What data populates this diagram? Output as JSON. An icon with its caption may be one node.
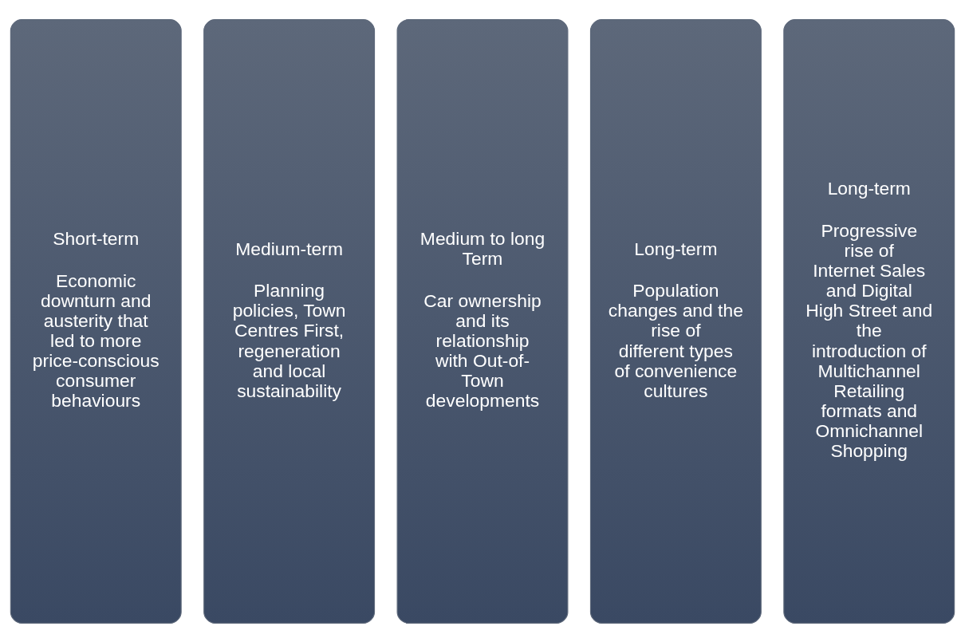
{
  "diagram": {
    "nodes": [
      {
        "text": [
          "Short-term",
          "Economic downturn and austerity that led to more price-conscious consumer behaviours"
        ]
      },
      {
        "text": [
          "Medium-term",
          "Planning policies, Town Centres First, regeneration and local sustainability"
        ]
      },
      {
        "text": [
          "Medium to long Term",
          "Car ownership and its relationship with Out-of-Town developments"
        ]
      },
      {
        "text": [
          "Long-term",
          "Population changes and the rise of different types of convenience cultures"
        ]
      },
      {
        "text": [
          "Long-term",
          "Progressive rise of Internet Sales and Digital High Street and the introduction of Multichannel Retailing formats and Omnichannel Shopping"
        ]
      }
    ]
  }
}
